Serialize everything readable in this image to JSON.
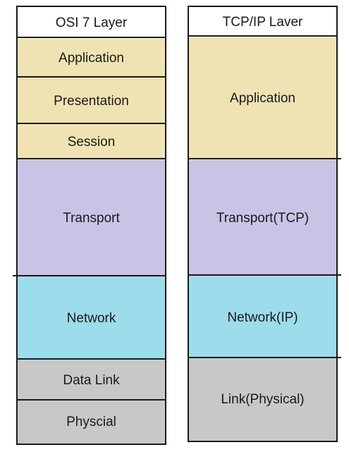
{
  "osi": {
    "title": "OSI 7 Layer",
    "layers": {
      "application": "Application",
      "presentation": "Presentation",
      "session": "Session",
      "transport": "Transport",
      "network": "Network",
      "data_link": "Data Link",
      "physical": "Physcial"
    }
  },
  "tcpip": {
    "title": "TCP/IP Laver",
    "layers": {
      "application": "Application",
      "transport": "Transport(TCP)",
      "network": "Network(IP)",
      "link": "Link(Physical)"
    }
  },
  "colors": {
    "application": "#efe3b3",
    "transport": "#cbc3e6",
    "network": "#9ddcea",
    "link": "#c8c8c8",
    "border": "#1a1a1a"
  }
}
